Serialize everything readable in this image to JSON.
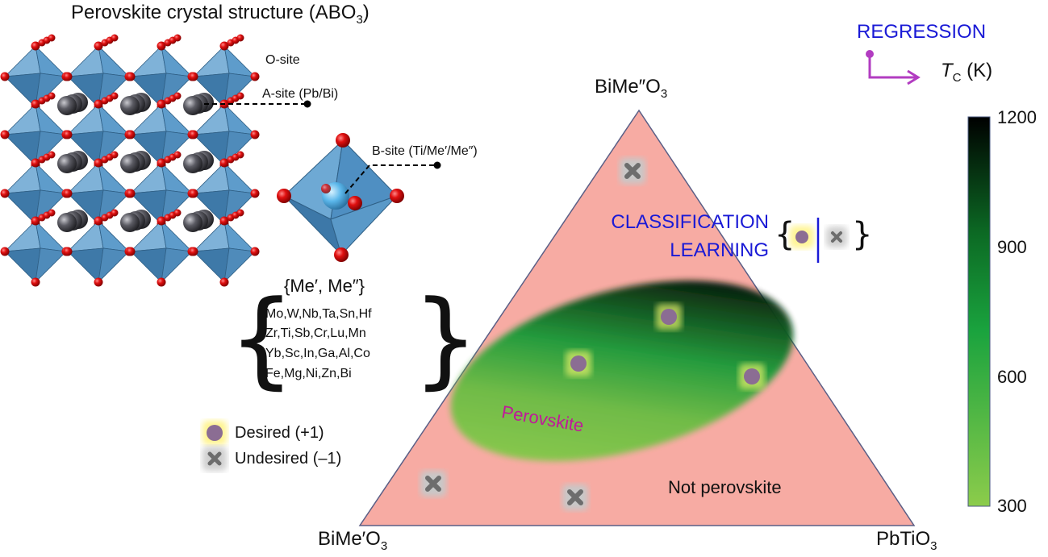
{
  "structure": {
    "title_main": "Perovskite crystal structure (ABO",
    "title_sub": "3",
    "title_end": ")",
    "o_site": "O-site",
    "a_site": "A-site (Pb/Bi)",
    "b_site": "B-site (Ti/Me′/Me″)"
  },
  "elements": {
    "title": "{Me′, Me″}",
    "rows": [
      "Mo,W,Nb,Ta,Sn,Hf",
      "Zr,Ti,Sb,Cr,Lu,Mn",
      "Yb,Sc,In,Ga,Al,Co",
      "Fe,Mg,Ni,Zn,Bi"
    ]
  },
  "legend": {
    "desired": "Desired (+1)",
    "undesired": "Undesired (–1)"
  },
  "ternary": {
    "top_main": "BiMe″O",
    "top_sub": "3",
    "left_main": "BiMe′O",
    "left_sub": "3",
    "right_main": "PbTiO",
    "right_sub": "3",
    "perovskite": "Perovskite",
    "not_perovskite": "Not perovskite",
    "colors": {
      "triangle_fill": "#f7aba3",
      "triangle_edge": "#5b5f86",
      "desired_marker": "#8b6d93",
      "undesired_marker": "#6d6d6d"
    }
  },
  "classification": {
    "line1": "CLASSIFICATION",
    "line2": "LEARNING",
    "brace_open": "{",
    "brace_close": "}"
  },
  "regression": {
    "title": "REGRESSION",
    "target_main": "T",
    "target_sub": "C",
    "target_unit": " (K)",
    "arrow_color": "#b23cc1"
  },
  "colorbar": {
    "ticks": [
      "1200",
      "900",
      "600",
      "300"
    ],
    "colors": {
      "low": "#8ccc4b",
      "mid": "#1aa33e",
      "high": "#000000"
    }
  }
}
